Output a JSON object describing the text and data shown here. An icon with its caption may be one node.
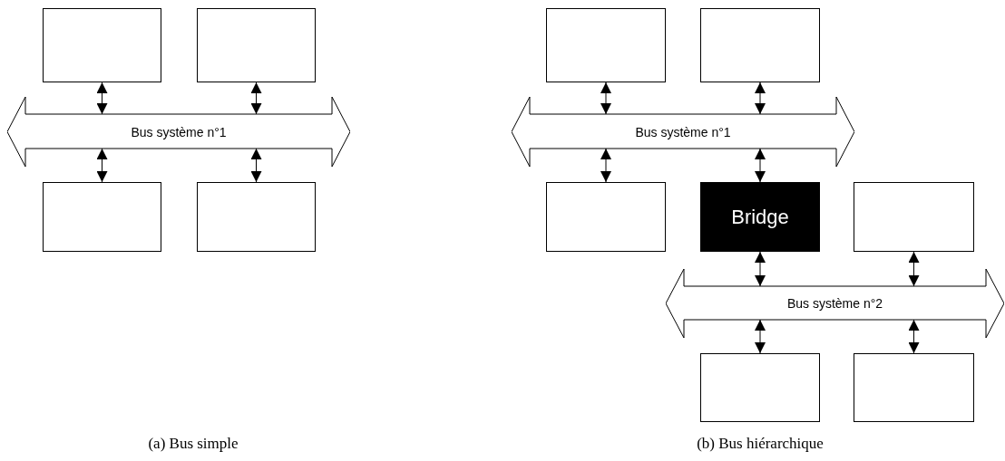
{
  "diagram": {
    "nodes": [
      {
        "text": [],
        "shape": "box"
      },
      {
        "text": [],
        "shape": "box"
      },
      {
        "text": [
          "Bus système n°1"
        ]
      },
      {
        "text": [],
        "shape": "box"
      },
      {
        "text": [],
        "shape": "box"
      },
      {
        "text": [],
        "shape": "box"
      },
      {
        "text": [],
        "shape": "box"
      },
      {
        "text": [
          "Bus système n°1"
        ]
      },
      {
        "text": [],
        "shape": "box"
      },
      {
        "text": [
          "Bridge"
        ]
      },
      {
        "text": [],
        "shape": "box"
      },
      {
        "text": [
          "Bus système n°2"
        ]
      },
      {
        "text": [],
        "shape": "box"
      },
      {
        "text": [],
        "shape": "box"
      }
    ],
    "edges": [
      {
        "from": 0,
        "to": 2,
        "arrow": "both"
      },
      {
        "from": 1,
        "to": 2,
        "arrow": "both"
      },
      {
        "from": 2,
        "to": 3,
        "arrow": "both"
      },
      {
        "from": 2,
        "to": 4,
        "arrow": "both"
      },
      {
        "from": 5,
        "to": 7,
        "arrow": "both"
      },
      {
        "from": 6,
        "to": 7,
        "arrow": "both"
      },
      {
        "from": 7,
        "to": 8,
        "arrow": "both"
      },
      {
        "from": 7,
        "to": 9,
        "arrow": "both"
      },
      {
        "from": 9,
        "to": 11,
        "arrow": "both"
      },
      {
        "from": 10,
        "to": 11,
        "arrow": "both"
      },
      {
        "from": 11,
        "to": 12,
        "arrow": "both"
      },
      {
        "from": 11,
        "to": 13,
        "arrow": "both"
      }
    ],
    "labels": [
      "(a) Bus simple",
      "(b) Bus hiérarchique"
    ]
  }
}
